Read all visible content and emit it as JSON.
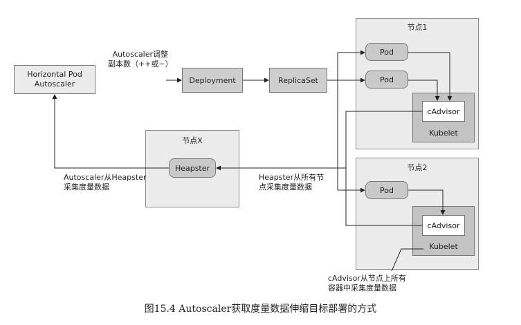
{
  "hpa": {
    "label": "Horizontal Pod\nAutoscaler"
  },
  "deployment": {
    "label": "Deployment"
  },
  "replicaset": {
    "label": "ReplicaSet"
  },
  "annotations": {
    "adjust_replicas": "Autoscaler调整\n副本数（++或−）",
    "hpa_collect": "Autoscaler从Heapster\n采集度量数据",
    "heapster_collect": "Heapster从所有节\n点采集度量数据",
    "cadvisor_collect": "cAdvisor从节点上所有\n容器中采集度量数据"
  },
  "node1": {
    "title": "节点1",
    "pod1": "Pod",
    "pod2": "Pod",
    "cadvisor": "cAdvisor",
    "kubelet": "Kubelet"
  },
  "nodeX": {
    "title": "节点X",
    "heapster": "Heapster"
  },
  "node2": {
    "title": "节点2",
    "pod": "Pod",
    "cadvisor": "cAdvisor",
    "kubelet": "Kubelet"
  },
  "caption": "图15.4 Autoscaler获取度量数据伸缩目标部署的方式"
}
